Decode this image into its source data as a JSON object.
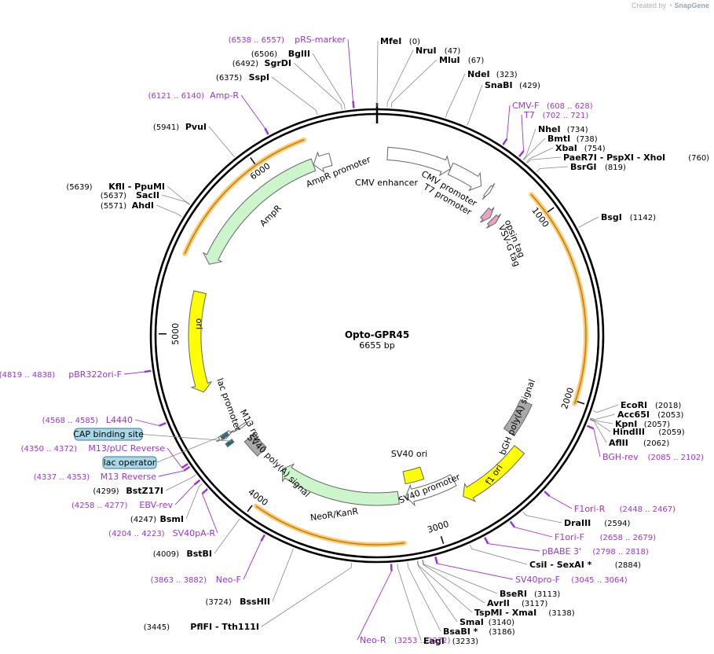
{
  "watermark": {
    "prefix": "Created by",
    "brand": "SnapGene"
  },
  "plasmid": {
    "name": "Opto-GPR45",
    "length_label": "6655 bp",
    "length": 6655
  },
  "ticks": [
    {
      "label": "1000",
      "pos": 1000
    },
    {
      "label": "2000",
      "pos": 2000
    },
    {
      "label": "3000",
      "pos": 3000
    },
    {
      "label": "4000",
      "pos": 4000
    },
    {
      "label": "5000",
      "pos": 5000
    },
    {
      "label": "6000",
      "pos": 6000
    }
  ],
  "features": [
    {
      "name": "CMV enhancer",
      "start": 61,
      "end": 440,
      "dir": 1,
      "color": "#ffffff",
      "layer": 0
    },
    {
      "name": "CMV promoter",
      "start": 440,
      "end": 644,
      "dir": 1,
      "color": "#ffffff",
      "layer": 0
    },
    {
      "name": "T7 promoter",
      "start": 689,
      "end": 707,
      "dir": 1,
      "color": "#ffffff",
      "layer": 0
    },
    {
      "name": "opsin tag",
      "start": 762,
      "end": 809,
      "dir": 1,
      "color": "#e6a5c2",
      "layer": 1
    },
    {
      "name": "VSV-G tag",
      "start": 826,
      "end": 860,
      "dir": 1,
      "color": "#e6a5c2",
      "layer": 1
    },
    {
      "name": "bGH poly(A) signal",
      "start": 2108,
      "end": 2332,
      "dir": 0,
      "color": "#a9a9a9",
      "layer": 1
    },
    {
      "name": "f1 ori",
      "start": 2378,
      "end": 2806,
      "dir": 1,
      "color": "#ffff00",
      "layer": 0
    },
    {
      "name": "SV40 promoter",
      "start": 2812,
      "end": 3141,
      "dir": 1,
      "color": "#ffffff",
      "layer": 1
    },
    {
      "name": "SV40 ori",
      "start": 2992,
      "end": 3127,
      "dir": 0,
      "color": "#ffff00",
      "layer": 2
    },
    {
      "name": "NeoR/KanR",
      "start": 3188,
      "end": 3982,
      "dir": 1,
      "color": "#ccf5cc",
      "layer": 1
    },
    {
      "name": "SV40 poly(A) signal",
      "start": 4156,
      "end": 4277,
      "dir": 0,
      "color": "#a9a9a9",
      "layer": 1
    },
    {
      "name": "CAP binding site",
      "start": 4314,
      "end": 4335,
      "dir": 0,
      "color": "#20697a",
      "layer": 0
    },
    {
      "name": "lac promoter",
      "start": 4358,
      "end": 4388,
      "dir": -1,
      "color": "#ffffff",
      "layer": 0
    },
    {
      "name": "lac operator",
      "start": 4366,
      "end": 4388,
      "dir": 0,
      "color": "#20697a",
      "layer": 0
    },
    {
      "name": "M13 rev",
      "start": 4358,
      "end": 4374,
      "dir": -1,
      "color": "#ffffff",
      "layer": 1
    },
    {
      "name": "ori",
      "start": 4658,
      "end": 5246,
      "dir": -1,
      "color": "#ffff00",
      "layer": 0
    },
    {
      "name": "AmpR",
      "start": 5417,
      "end": 6277,
      "dir": -1,
      "color": "#ccf5cc",
      "layer": 0
    },
    {
      "name": "AmpR promoter",
      "start": 6278,
      "end": 6382,
      "dir": -1,
      "color": "#ffffff",
      "layer": 0
    }
  ],
  "feature_labels": [
    {
      "text": "CMV enhancer"
    },
    {
      "text": "CMV promoter"
    },
    {
      "text": "T7 promoter"
    },
    {
      "text": "opsin tag"
    },
    {
      "text": "VSV-G tag"
    },
    {
      "text": "bGH poly(A) signal"
    },
    {
      "text": "f1 ori"
    },
    {
      "text": "SV40 promoter"
    },
    {
      "text": "SV40 ori"
    },
    {
      "text": "NeoR/KanR"
    },
    {
      "text": "SV40 poly(A) signal"
    },
    {
      "text": "M13 rev"
    },
    {
      "text": "lac promoter"
    },
    {
      "text": "ori"
    },
    {
      "text": "AmpR"
    },
    {
      "text": "AmpR promoter"
    }
  ],
  "orf_arcs": [
    {
      "start": 879,
      "end": 2015,
      "color": "#f0a000"
    },
    {
      "start": 3188,
      "end": 3982,
      "color": "#f0a000"
    },
    {
      "start": 5417,
      "end": 6277,
      "color": "#f0a000"
    }
  ],
  "sites": [
    {
      "name": "MfeI",
      "pos_label": "(0)",
      "pos": 0
    },
    {
      "name": "NruI",
      "pos_label": "(47)",
      "pos": 47
    },
    {
      "name": "MluI",
      "pos_label": "(67)",
      "pos": 67
    },
    {
      "name": "NdeI",
      "pos_label": "(323)",
      "pos": 323
    },
    {
      "name": "SnaBI",
      "pos_label": "(429)",
      "pos": 429
    },
    {
      "name": "NheI",
      "pos_label": "(734)",
      "pos": 734
    },
    {
      "name": "BmtI",
      "pos_label": "(738)",
      "pos": 738
    },
    {
      "name": "XbaI",
      "pos_label": "(754)",
      "pos": 754
    },
    {
      "name": "PaeR7I - PspXI - XhoI",
      "pos_label": "(760)",
      "pos": 760
    },
    {
      "name": "BsrGI",
      "pos_label": "(819)",
      "pos": 819
    },
    {
      "name": "BsgI",
      "pos_label": "(1142)",
      "pos": 1142
    },
    {
      "name": "EcoRI",
      "pos_label": "(2018)",
      "pos": 2018
    },
    {
      "name": "Acc65I",
      "pos_label": "(2053)",
      "pos": 2053
    },
    {
      "name": "KpnI",
      "pos_label": "(2057)",
      "pos": 2057
    },
    {
      "name": "HindIII",
      "pos_label": "(2059)",
      "pos": 2059
    },
    {
      "name": "AflII",
      "pos_label": "(2062)",
      "pos": 2062
    },
    {
      "name": "DraIII",
      "pos_label": "(2594)",
      "pos": 2594
    },
    {
      "name": "CsiI - SexAI *",
      "pos_label": "(2884)",
      "pos": 2884
    },
    {
      "name": "BseRI",
      "pos_label": "(3113)",
      "pos": 3113
    },
    {
      "name": "AvrII",
      "pos_label": "(3117)",
      "pos": 3117
    },
    {
      "name": "TspMI - XmaI",
      "pos_label": "(3138)",
      "pos": 3138
    },
    {
      "name": "SmaI",
      "pos_label": "(3140)",
      "pos": 3140
    },
    {
      "name": "BsaBI *",
      "pos_label": "(3186)",
      "pos": 3186
    },
    {
      "name": "EagI",
      "pos_label": "(3233)",
      "pos": 3233
    },
    {
      "name": "PflFI - Tth111I",
      "pos_label": "(3445)",
      "pos": 3445
    },
    {
      "name": "BssHII",
      "pos_label": "(3724)",
      "pos": 3724
    },
    {
      "name": "BstBI",
      "pos_label": "(4009)",
      "pos": 4009
    },
    {
      "name": "BsmI",
      "pos_label": "(4247)",
      "pos": 4247
    },
    {
      "name": "BstZ17I",
      "pos_label": "(4299)",
      "pos": 4299
    },
    {
      "name": "AhdI",
      "pos_label": "(5571)",
      "pos": 5571
    },
    {
      "name": "SacII",
      "pos_label": "(5637)",
      "pos": 5637
    },
    {
      "name": "KflI - PpuMI",
      "pos_label": "(5639)",
      "pos": 5639
    },
    {
      "name": "PvuI",
      "pos_label": "(5941)",
      "pos": 5941
    },
    {
      "name": "SspI",
      "pos_label": "(6375)",
      "pos": 6375
    },
    {
      "name": "SgrDI",
      "pos_label": "(6492)",
      "pos": 6492
    },
    {
      "name": "BglII",
      "pos_label": "(6506)",
      "pos": 6506
    }
  ],
  "primers": [
    {
      "name": "pRS-marker",
      "range": "(6538 .. 6557)",
      "pos": 6547
    },
    {
      "name": "Amp-R",
      "range": "(6121 .. 6140)",
      "pos": 6130
    },
    {
      "name": "CMV-F",
      "range": "(608 .. 628)",
      "pos": 618
    },
    {
      "name": "T7",
      "range": "(702 .. 721)",
      "pos": 711
    },
    {
      "name": "BGH-rev",
      "range": "(2085 .. 2102)",
      "pos": 2093
    },
    {
      "name": "F1ori-R",
      "range": "(2448 .. 2467)",
      "pos": 2457
    },
    {
      "name": "F1ori-F",
      "range": "(2658 .. 2679)",
      "pos": 2668
    },
    {
      "name": "pBABE 3'",
      "range": "(2798 .. 2818)",
      "pos": 2808
    },
    {
      "name": "SV40pro-F",
      "range": "(3045 .. 3064)",
      "pos": 3054
    },
    {
      "name": "Neo-R",
      "range": "(3253 .. 3272)",
      "pos": 3262
    },
    {
      "name": "Neo-F",
      "range": "(3863 .. 3882)",
      "pos": 3872
    },
    {
      "name": "SV40pA-R",
      "range": "(4204 .. 4223)",
      "pos": 4213
    },
    {
      "name": "EBV-rev",
      "range": "(4258 .. 4277)",
      "pos": 4267
    },
    {
      "name": "M13 Reverse",
      "range": "(4337 .. 4353)",
      "pos": 4345
    },
    {
      "name": "M13/pUC Reverse",
      "range": "(4350 .. 4372)",
      "pos": 4361
    },
    {
      "name": "L4440",
      "range": "(4568 .. 4585)",
      "pos": 4576
    },
    {
      "name": "pBR322ori-F",
      "range": "(4819 .. 4838)",
      "pos": 4828
    }
  ],
  "boxed_labels": [
    {
      "text": "CAP binding site",
      "fill": "#a8d8e8"
    },
    {
      "text": "lac operator",
      "fill": "#a8d8e8"
    }
  ]
}
